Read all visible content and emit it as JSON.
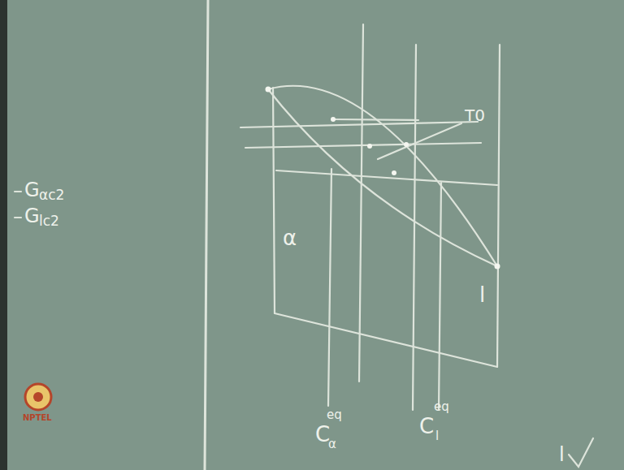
{
  "diagram": {
    "labels": [
      "G",
      "αc2",
      "G",
      "lc2",
      "T0",
      "α",
      "l",
      "C",
      "α",
      "eq",
      "C",
      "l",
      "eq",
      "NPTEL",
      "l"
    ]
  }
}
